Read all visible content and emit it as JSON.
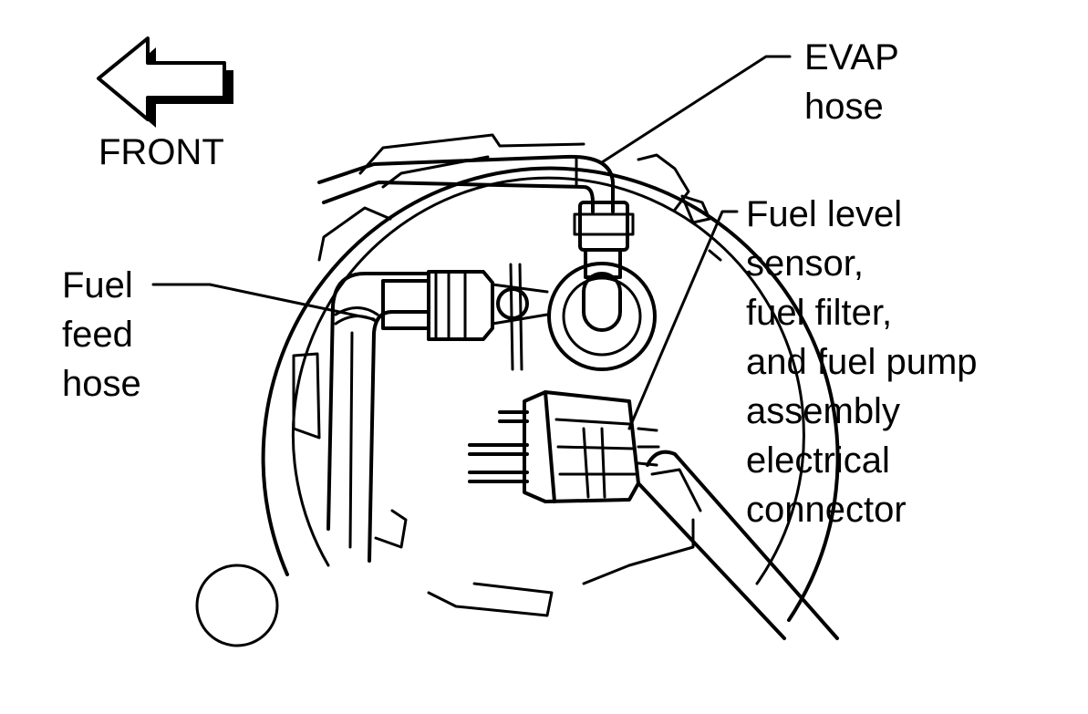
{
  "direction": {
    "label": "FRONT",
    "icon": "arrow-left-icon"
  },
  "callouts": {
    "evap_hose": [
      "EVAP",
      "hose"
    ],
    "fuel_feed_hose": [
      "Fuel",
      "feed",
      "hose"
    ],
    "sensor_assembly_connector": [
      "Fuel level",
      "sensor,",
      "fuel filter,",
      "and fuel pump",
      "assembly",
      "electrical",
      "connector"
    ]
  },
  "colors": {
    "ink": "#000000",
    "paper": "#ffffff"
  }
}
